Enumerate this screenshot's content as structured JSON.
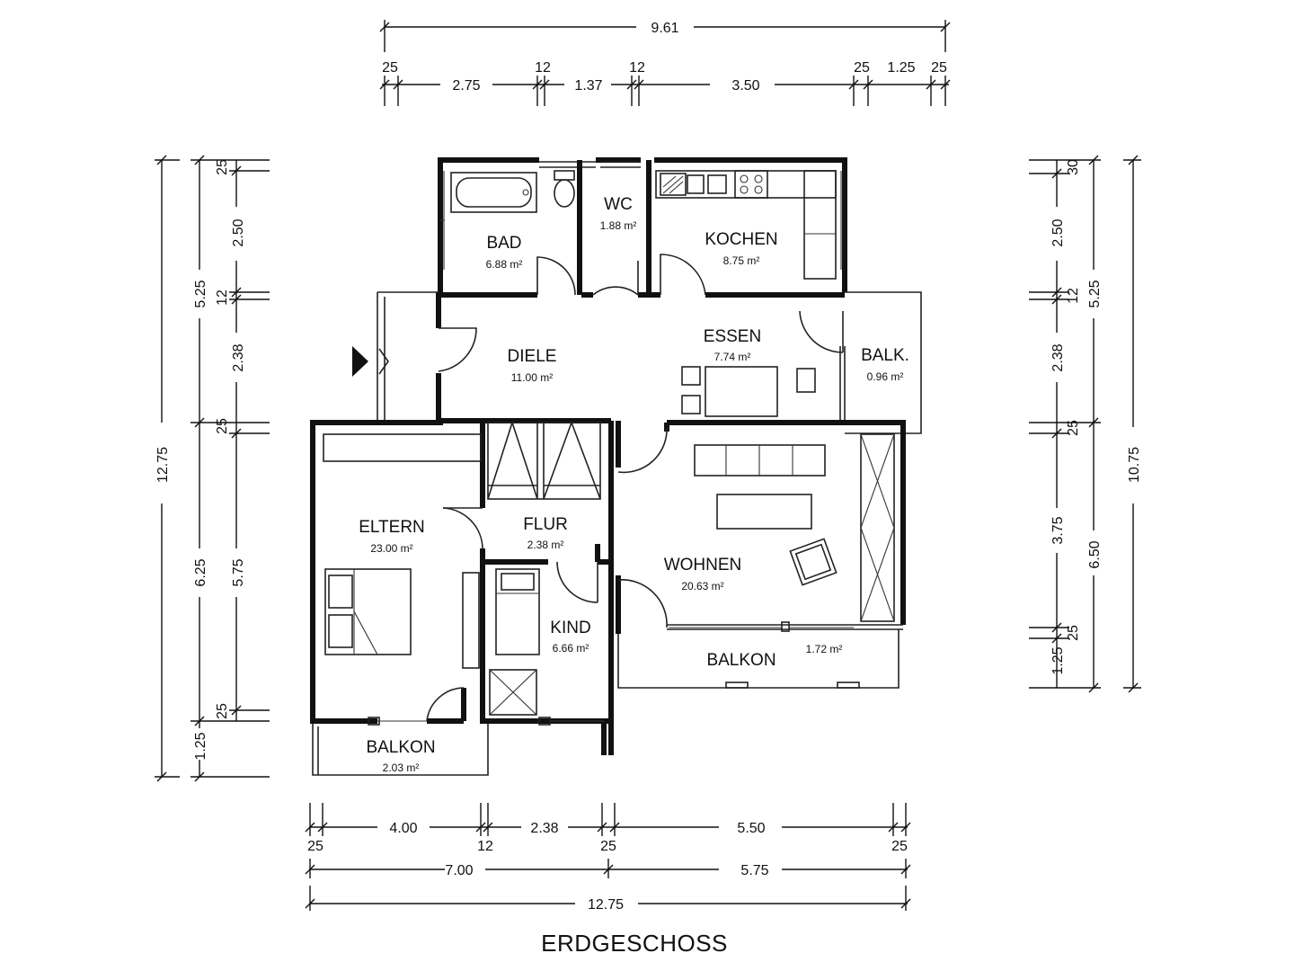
{
  "title": "ERDGESCHOSS",
  "rooms": {
    "bad": {
      "name": "BAD",
      "area": "6.88 m²"
    },
    "wc": {
      "name": "WC",
      "area": "1.88 m²"
    },
    "kochen": {
      "name": "KOCHEN",
      "area": "8.75 m²"
    },
    "diele": {
      "name": "DIELE",
      "area": "11.00 m²"
    },
    "essen": {
      "name": "ESSEN",
      "area": "7.74 m²"
    },
    "balk": {
      "name": "BALK.",
      "area": "0.96 m²"
    },
    "eltern": {
      "name": "ELTERN",
      "area": "23.00 m²"
    },
    "flur": {
      "name": "FLUR",
      "area": "2.38 m²"
    },
    "kind": {
      "name": "KIND",
      "area": "6.66 m²"
    },
    "wohnen": {
      "name": "WOHNEN",
      "area": "20.63 m²"
    },
    "balkon_wohnen": {
      "name": "BALKON",
      "area": "1.72 m²"
    },
    "balkon_eltern": {
      "name": "BALKON",
      "area": "2.03 m²"
    }
  },
  "dimensions": {
    "top_total": "9.61",
    "top_detail": [
      "25",
      "2.75",
      "12",
      "1.37",
      "12",
      "3.50",
      "25",
      "1.25",
      "25"
    ],
    "bottom_detail": [
      "4.00",
      "2.38",
      "5.50"
    ],
    "bottom_walls": [
      "25",
      "12",
      "25",
      "25"
    ],
    "bottom_mid": [
      "7.00",
      "5.75"
    ],
    "bottom_total": "12.75",
    "left_outer": "12.75",
    "left_mid": [
      "5.25",
      "6.25",
      "1.25"
    ],
    "left_inner": [
      "25",
      "2.50",
      "12",
      "2.38",
      "25",
      "5.75",
      "25"
    ],
    "right_outer": "10.75",
    "right_mid": [
      "5.25",
      "6.50"
    ],
    "right_inner": [
      "30",
      "2.50",
      "12",
      "2.38",
      "25",
      "3.75",
      "25",
      "1.25"
    ]
  },
  "colors": {
    "line": "#111111",
    "background": "#ffffff"
  }
}
